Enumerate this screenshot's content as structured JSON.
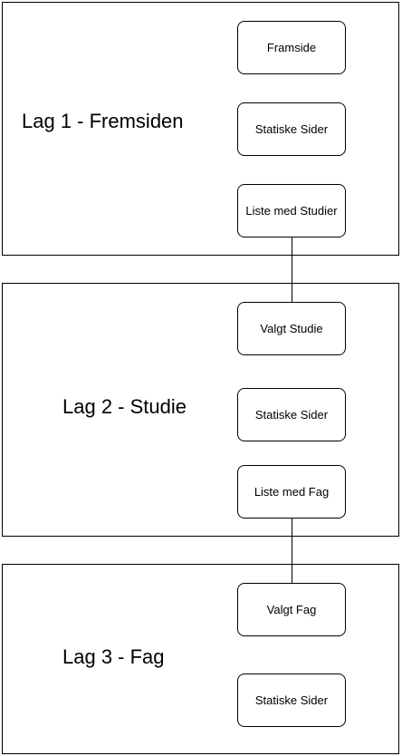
{
  "layers": [
    {
      "label": "Lag 1 - Fremsiden",
      "nodes": [
        "Framside",
        "Statiske Sider",
        "Liste med Studier"
      ]
    },
    {
      "label": "Lag 2 - Studie",
      "nodes": [
        "Valgt Studie",
        "Statiske Sider",
        "Liste med Fag"
      ]
    },
    {
      "label": "Lag 3 - Fag",
      "nodes": [
        "Valgt Fag",
        "Statiske Sider"
      ]
    }
  ]
}
